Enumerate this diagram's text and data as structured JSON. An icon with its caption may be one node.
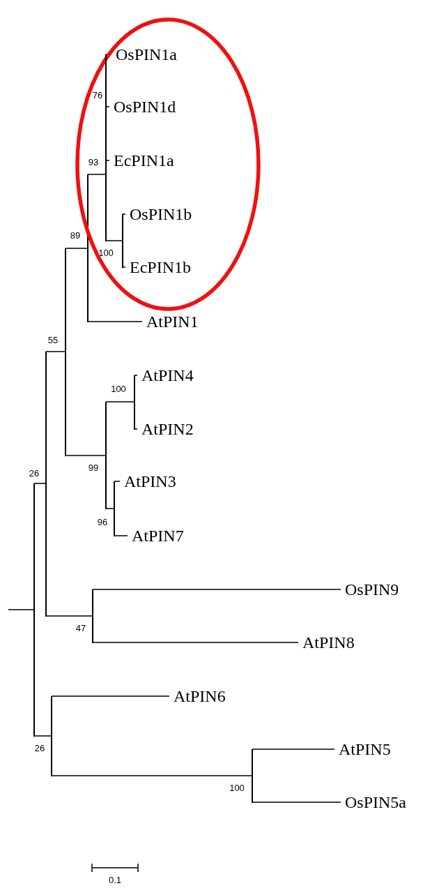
{
  "diagram": {
    "nodes": [
      {
        "text": [],
        "shape": "ellipse"
      },
      {
        "text": [],
        "shape": "bar",
        "beside": [
          "93"
        ],
        "in": 0
      },
      {
        "text": [
          "OsPIN1a"
        ],
        "in": 0
      },
      {
        "text": [
          "OsPIN1d"
        ],
        "in": 0
      },
      {
        "text": [
          "EcPIN1a"
        ],
        "in": 0
      },
      {
        "text": [],
        "shape": "bar",
        "beside": [
          "100"
        ],
        "in": 0
      },
      {
        "text": [
          "OsPIN1b"
        ],
        "in": 0
      },
      {
        "text": [
          "EcPIN1b"
        ],
        "in": 0
      },
      {
        "text": [
          "AtPIN1"
        ]
      },
      {
        "text": [
          "AtPIN4"
        ]
      },
      {
        "text": [
          "AtPIN2"
        ]
      },
      {
        "text": [
          "AtPIN3"
        ]
      },
      {
        "text": [
          "AtPIN7"
        ]
      },
      {
        "text": [
          "OsPIN9"
        ]
      },
      {
        "text": [
          "AtPIN8"
        ]
      },
      {
        "text": [
          "AtPIN6"
        ]
      },
      {
        "text": [
          "AtPIN5"
        ]
      },
      {
        "text": [
          "OsPIN5a"
        ]
      },
      {
        "text": [],
        "shape": "bar"
      },
      {
        "text": [],
        "shape": "bar",
        "beside": [
          "26"
        ]
      },
      {
        "text": [],
        "shape": "bar",
        "beside": [
          "55"
        ]
      },
      {
        "text": [],
        "shape": "bar",
        "beside": [
          "89"
        ]
      },
      {
        "text": [],
        "shape": "bar",
        "beside": [
          "99"
        ]
      },
      {
        "text": [],
        "shape": "bar",
        "beside": [
          "100"
        ]
      },
      {
        "text": [],
        "shape": "bar",
        "beside": [
          "96"
        ]
      },
      {
        "text": [],
        "shape": "bar",
        "beside": [
          "47"
        ]
      },
      {
        "text": [],
        "shape": "bar",
        "beside": [
          "26"
        ]
      },
      {
        "text": [],
        "shape": "bar",
        "beside": [
          "100"
        ]
      }
    ],
    "edges": [
      {
        "from": null,
        "to": 18,
        "arrow": "none"
      },
      {
        "from": 18,
        "to": 19,
        "arrow": "none"
      },
      {
        "from": 18,
        "to": 26,
        "arrow": "none"
      },
      {
        "from": 19,
        "to": 20,
        "arrow": "none"
      },
      {
        "from": 19,
        "to": 25,
        "arrow": "none"
      },
      {
        "from": 20,
        "to": 21,
        "arrow": "none"
      },
      {
        "from": 20,
        "to": 22,
        "arrow": "none"
      },
      {
        "from": 21,
        "to": 1,
        "arrow": "none"
      },
      {
        "from": 21,
        "to": 8,
        "arrow": "none"
      },
      {
        "from": 1,
        "to": 2,
        "arrow": "none"
      },
      {
        "from": 1,
        "to": 3,
        "arrow": "none"
      },
      {
        "from": 1,
        "to": 4,
        "arrow": "none"
      },
      {
        "from": 1,
        "to": 5,
        "arrow": "none"
      },
      {
        "from": 5,
        "to": 6,
        "arrow": "none"
      },
      {
        "from": 5,
        "to": 7,
        "arrow": "none"
      },
      {
        "from": 22,
        "to": 23,
        "arrow": "none"
      },
      {
        "from": 22,
        "to": 24,
        "arrow": "none"
      },
      {
        "from": 23,
        "to": 9,
        "arrow": "none"
      },
      {
        "from": 23,
        "to": 10,
        "arrow": "none"
      },
      {
        "from": 24,
        "to": 11,
        "arrow": "none"
      },
      {
        "from": 24,
        "to": 12,
        "arrow": "none"
      },
      {
        "from": 25,
        "to": 13,
        "arrow": "none"
      },
      {
        "from": 25,
        "to": 14,
        "arrow": "none"
      },
      {
        "from": 26,
        "to": 15,
        "arrow": "none"
      },
      {
        "from": 26,
        "to": 27,
        "arrow": "none"
      },
      {
        "from": 27,
        "to": 16,
        "arrow": "none"
      },
      {
        "from": 27,
        "to": 17,
        "arrow": "none"
      }
    ],
    "labels": [
      "76",
      "0.1"
    ]
  }
}
